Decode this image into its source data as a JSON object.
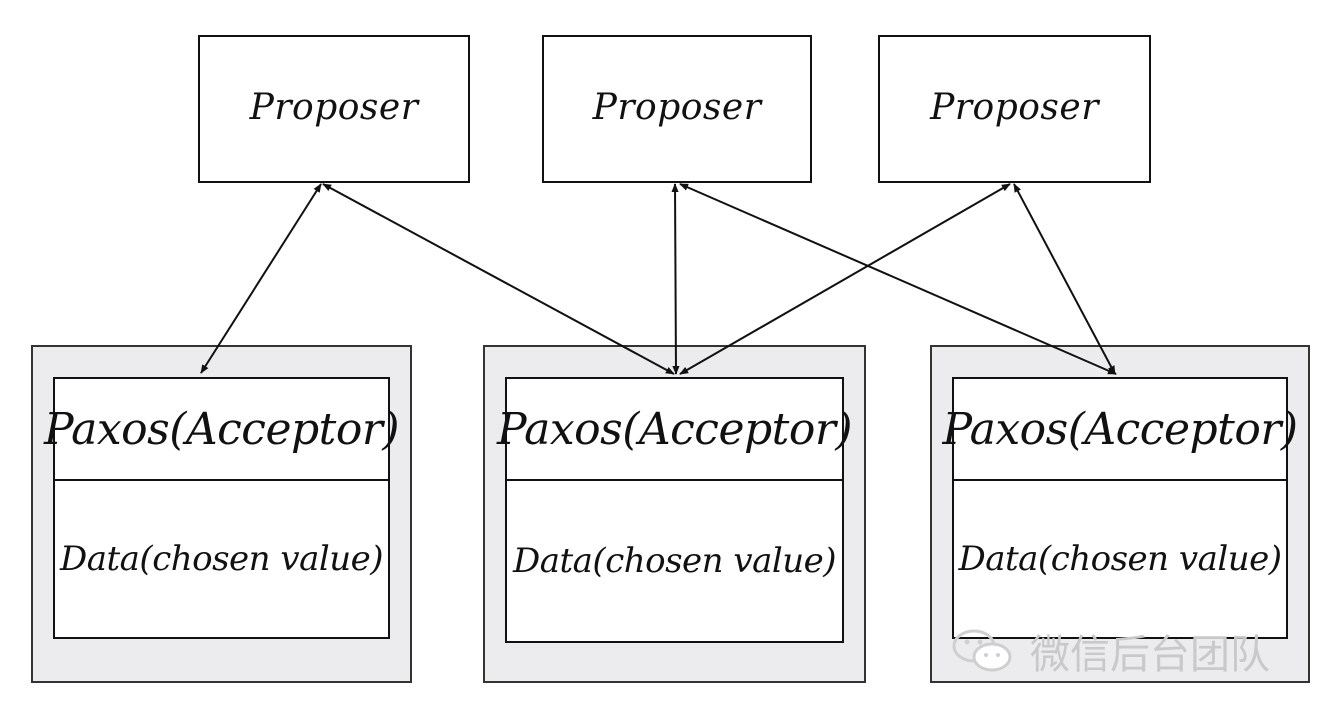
{
  "proposers": [
    {
      "label": "Proposer"
    },
    {
      "label": "Proposer"
    },
    {
      "label": "Proposer"
    }
  ],
  "acceptors": [
    {
      "title": "Paxos(Acceptor)",
      "data": "Data(chosen value)"
    },
    {
      "title": "Paxos(Acceptor)",
      "data": "Data(chosen value)"
    },
    {
      "title": "Paxos(Acceptor)",
      "data": "Data(chosen value)"
    }
  ],
  "connections": [
    {
      "from": "proposer-1",
      "to": "acceptor-1",
      "direction": "bidirectional"
    },
    {
      "from": "proposer-1",
      "to": "acceptor-2",
      "direction": "bidirectional"
    },
    {
      "from": "proposer-2",
      "to": "acceptor-2",
      "direction": "bidirectional"
    },
    {
      "from": "proposer-2",
      "to": "acceptor-3",
      "direction": "bidirectional"
    },
    {
      "from": "proposer-3",
      "to": "acceptor-2",
      "direction": "bidirectional"
    },
    {
      "from": "proposer-3",
      "to": "acceptor-3",
      "direction": "bidirectional"
    }
  ],
  "watermark": {
    "text": "微信后台团队",
    "icon": "wechat-icon"
  },
  "colors": {
    "line": "#111111",
    "node_fill": "#ececee",
    "watermark": "#c9c9cb"
  }
}
